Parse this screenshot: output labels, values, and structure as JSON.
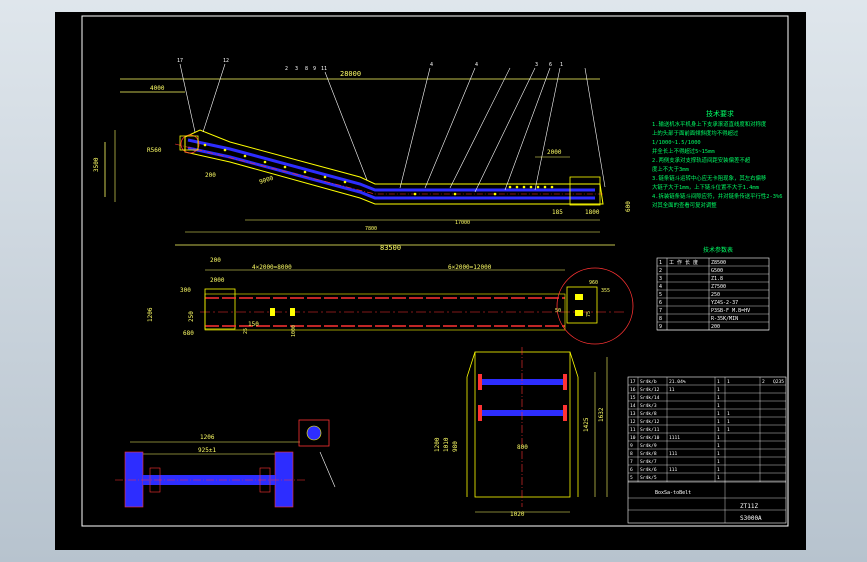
{
  "drawing": {
    "overall_length": "83500",
    "top_span": "28000",
    "left_rise": "4000",
    "left_height": "3500",
    "incline_len": "9000",
    "radius": "R560",
    "head_200": "200",
    "right_seg": "2000",
    "right_185": "185",
    "right_1800": "1800",
    "right_600": "600",
    "lower_run": "17000",
    "run_2": "7800",
    "plan_200": "200",
    "plan_2000": "2000",
    "plan_seg_a": "4×2000=8000",
    "plan_seg_b": "6×2000=12000",
    "plan_300": "300",
    "plan_250": "250",
    "plan_150": "150",
    "plan_1206": "1206",
    "plan_680": "680",
    "plan_25": "25",
    "plan_1000": "1000",
    "plan_50": "50",
    "plan_75": "75",
    "plan_355": "355",
    "plan_960": "960",
    "sec_800": "800",
    "sec_1020": "1020",
    "sec_1200": "1200",
    "sec_1010": "1010",
    "sec_980": "980",
    "sec_1425": "1425",
    "sec_1632": "1632",
    "foot_1206": "1206",
    "foot_925": "925±1",
    "callouts_top": [
      "17",
      "12",
      "2",
      "3",
      "8",
      "9",
      "11",
      "4",
      "4",
      "3",
      "6",
      "1"
    ]
  },
  "tech_notes": {
    "title": "技术要求",
    "lines": [
      "1.输送机水平机身上下支承滚道直线度和对称度",
      "上的头部于面前面倾斜度均不得超过",
      "1/1000~1.5/1000",
      "并全长上不得超过5~15mm",
      "2.两侧支承对支撑轨道间距安装偏差不超",
      "度上不大于3mm",
      "3.链条链斗运转中心应无卡阻现象，其左右偏移",
      "大链子大于1mm，上下链斗位置不大于1.4mm",
      "4.拆装链条链斗间隙应符，并对链条传送平行性2-3%6",
      "对其全面的查看可复对调整"
    ]
  },
  "params_table": {
    "title": "技术参数表",
    "rows": [
      [
        "1",
        "工 作 长 度",
        "Z8500"
      ],
      [
        "2",
        "",
        "G500"
      ],
      [
        "3",
        "",
        "Z1.8"
      ],
      [
        "4",
        "",
        "Z7500"
      ],
      [
        "5",
        "",
        "250"
      ],
      [
        "6",
        "",
        "YZ4S-2-37"
      ],
      [
        "7",
        "",
        "P3SB-F  M.B=HV"
      ],
      [
        "8",
        "",
        "R-35K/MIN"
      ],
      [
        "9",
        "",
        "200"
      ]
    ]
  },
  "bom": {
    "rows": [
      [
        "17",
        "Sr4k/b",
        "21.04%",
        "1",
        "1",
        "2",
        "Q235"
      ],
      [
        "16",
        "Sr4k/12",
        "11",
        "1",
        "",
        ""
      ],
      [
        "15",
        "Sr4k/14",
        "",
        "1",
        "",
        ""
      ],
      [
        "14",
        "Sr4k/3",
        "",
        "1",
        "",
        ""
      ],
      [
        "13",
        "Sr4k/8",
        "",
        "1",
        "1",
        "",
        ""
      ],
      [
        "12",
        "Sr4k/12",
        "",
        "1",
        "1",
        "",
        ""
      ],
      [
        "11",
        "Sr4k/11",
        "",
        "1",
        "1",
        "",
        ""
      ],
      [
        "10",
        "Sr4k/10",
        "1111",
        "1",
        "",
        ""
      ],
      [
        "9",
        "Sr4k/9",
        "",
        "1",
        "",
        ""
      ],
      [
        "8",
        "Sr4k/8",
        "111",
        "1",
        "",
        ""
      ],
      [
        "7",
        "Sr4k/7",
        "",
        "1",
        "",
        ""
      ],
      [
        "6",
        "Sr4k/6",
        "111",
        "1",
        "",
        ""
      ],
      [
        "5",
        "Sr4k/5",
        "",
        "1",
        "",
        ""
      ]
    ],
    "title_block": {
      "name": "BoxSa-toBelt",
      "code": "ZT11Z",
      "drawing_no": "S3000A"
    }
  },
  "colors": {
    "frame": "#ffffff",
    "outline": "#ffff00",
    "chain": "#2d2dff",
    "center": "#ff3333",
    "dim": "#ffff66",
    "note": "#00ff66",
    "leader": "#ffffff"
  }
}
